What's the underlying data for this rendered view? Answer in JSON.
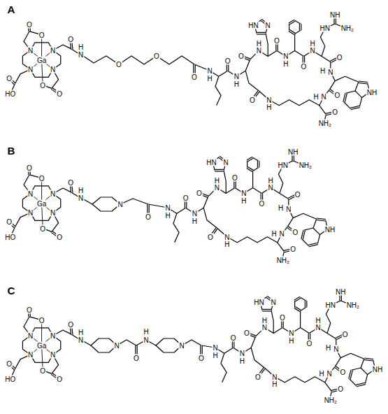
{
  "diagram": {
    "labels": [
      "A",
      "O",
      "O",
      "O",
      "N",
      "N",
      "Ga",
      "N",
      "N",
      "O",
      "HO",
      "O",
      "O",
      "H",
      "N",
      "O",
      "O",
      "O",
      "HN",
      "N",
      "NH",
      "HN",
      "NH₂",
      "O",
      "H",
      "N",
      "H",
      "N",
      "O",
      "N",
      "O",
      "O",
      "H",
      "O",
      "N",
      "N",
      "H",
      "N",
      "H",
      "H",
      "O",
      "NH",
      "N",
      "H",
      "N",
      "H",
      "O",
      "O",
      "NH₂",
      "B",
      "O",
      "O",
      "O",
      "N",
      "N",
      "Ga",
      "N",
      "N",
      "O",
      "HO",
      "O",
      "O",
      "H",
      "N",
      "N",
      "O",
      "HN",
      "N",
      "NH",
      "HN",
      "NH₂",
      "O",
      "H",
      "N",
      "H",
      "N",
      "O",
      "N",
      "O",
      "O",
      "H",
      "O",
      "N",
      "N",
      "H",
      "N",
      "H",
      "H",
      "O",
      "NH",
      "N",
      "H",
      "N",
      "H",
      "O",
      "O",
      "NH₂",
      "C",
      "O",
      "O",
      "O",
      "N",
      "N",
      "Ga",
      "N",
      "N",
      "O",
      "HO",
      "O",
      "O",
      "H",
      "N",
      "N",
      "O",
      "N",
      "H",
      "N",
      "O",
      "HN",
      "N",
      "NH",
      "HN",
      "NH₂",
      "O",
      "H",
      "N",
      "H",
      "N",
      "O",
      "N",
      "O",
      "O",
      "H",
      "O",
      "N",
      "N",
      "H",
      "N",
      "H",
      "H",
      "O",
      "NH",
      "N",
      "H",
      "N",
      "H",
      "O",
      "O",
      "NH₂"
    ]
  }
}
